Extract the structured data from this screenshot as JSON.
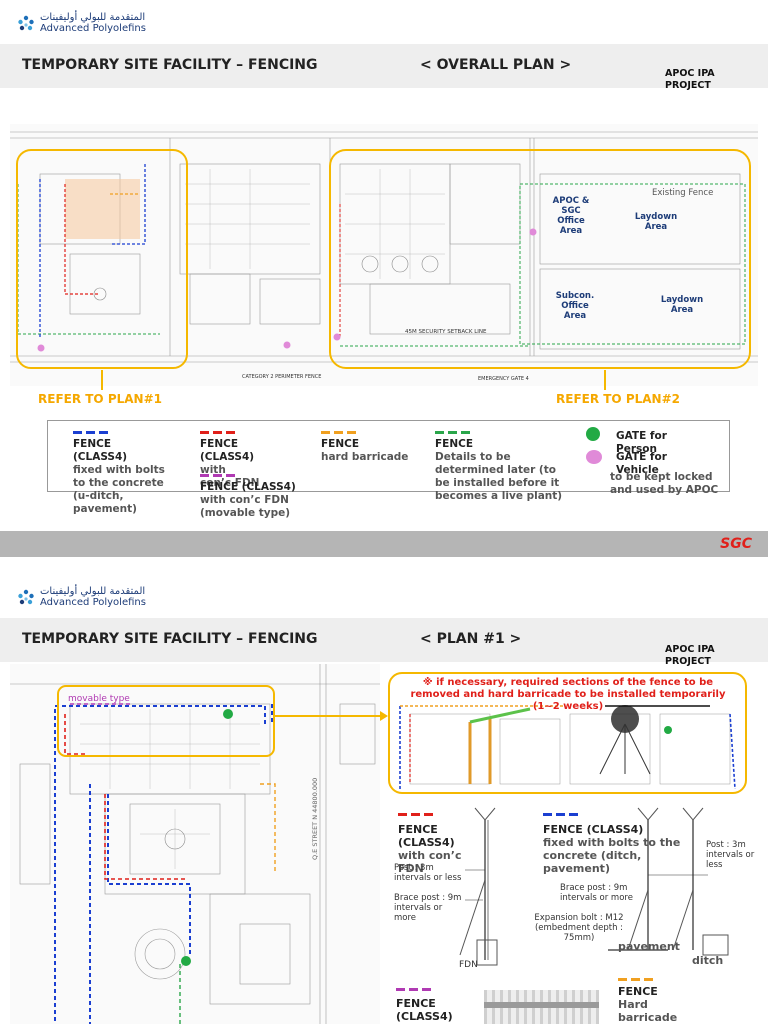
{
  "logo": {
    "arabic": "المتقدمة للبولي أوليفينات",
    "english": "Advanced Polyolefins"
  },
  "slide1": {
    "title": "TEMPORARY SITE FACILITY – FENCING",
    "subtitle": "<  OVERALL  PLAN  >",
    "project": "APOC IPA PROJECT",
    "map_labels": {
      "existing_fence": "Existing Fence",
      "apoc_office": "APOC & SGC Office Area",
      "laydown1": "Laydown Area",
      "subcon_office": "Subcon. Office Area",
      "laydown2": "Laydown Area",
      "setback": "45M SECURITY SETBACK LINE",
      "perimeter": "CATEGORY 2 PERIMETER FENCE",
      "emergency": "EMERGENCY GATE 4"
    },
    "refer1": "REFER TO PLAN#1",
    "refer2": "REFER TO PLAN#2",
    "legend": {
      "blue_title": "FENCE (CLASS4)",
      "blue_desc": "fixed with bolts to the concrete (u-ditch, pavement)",
      "red_title": "FENCE (CLASS4)",
      "red_desc": "with con’c FDN",
      "purple_title": "FENCE (CLASS4)",
      "purple_desc": "with con’c FDN (movable type)",
      "orange_title": "FENCE",
      "orange_desc": "hard barricade",
      "green_title": "FENCE",
      "green_desc": "Details to be determined later (to be installed before it becomes a live plant)",
      "gate_person": "GATE for Person",
      "gate_vehicle": "GATE for Vehicle",
      "gate_note": "to be kept locked and used by APOC"
    },
    "footer_brand": "SGC"
  },
  "slide2": {
    "title": "TEMPORARY SITE FACILITY – FENCING",
    "subtitle": "<  PLAN #1  >",
    "project": "APOC IPA PROJECT",
    "movable": "movable type",
    "note": "※ if necessary, required sections of the fence to be removed and hard barricade to be installed temporarily (1~2 weeks)",
    "street": "Q.E STREET N 44800.000",
    "red_title": "FENCE (CLASS4)",
    "red_desc": "with con’c FDN",
    "post_note1": "Post : 3m intervals or less",
    "brace_note1": "Brace post : 9m intervals or more",
    "fdn": "FDN",
    "blue_title": "FENCE  (CLASS4)",
    "blue_desc": "fixed with bolts to the concrete (ditch, pavement)",
    "post_note2": "Post : 3m intervals or less",
    "brace_note2": "Brace post : 9m intervals or more",
    "expansion": "Expansion bolt : M12 (embedment depth : 75mm)",
    "pavement": "pavement",
    "ditch": "ditch",
    "purple_title": "FENCE (CLASS4)",
    "orange_title": "FENCE",
    "orange_desc": "Hard barricade"
  },
  "colors": {
    "blue": "#1b3fd1",
    "red": "#e0201a",
    "purple": "#b03ab3",
    "orange": "#f0a020",
    "green": "#2aa64a",
    "gate_green": "#22aa44",
    "gate_pink": "#e08ad8",
    "accent": "#f5b800"
  }
}
